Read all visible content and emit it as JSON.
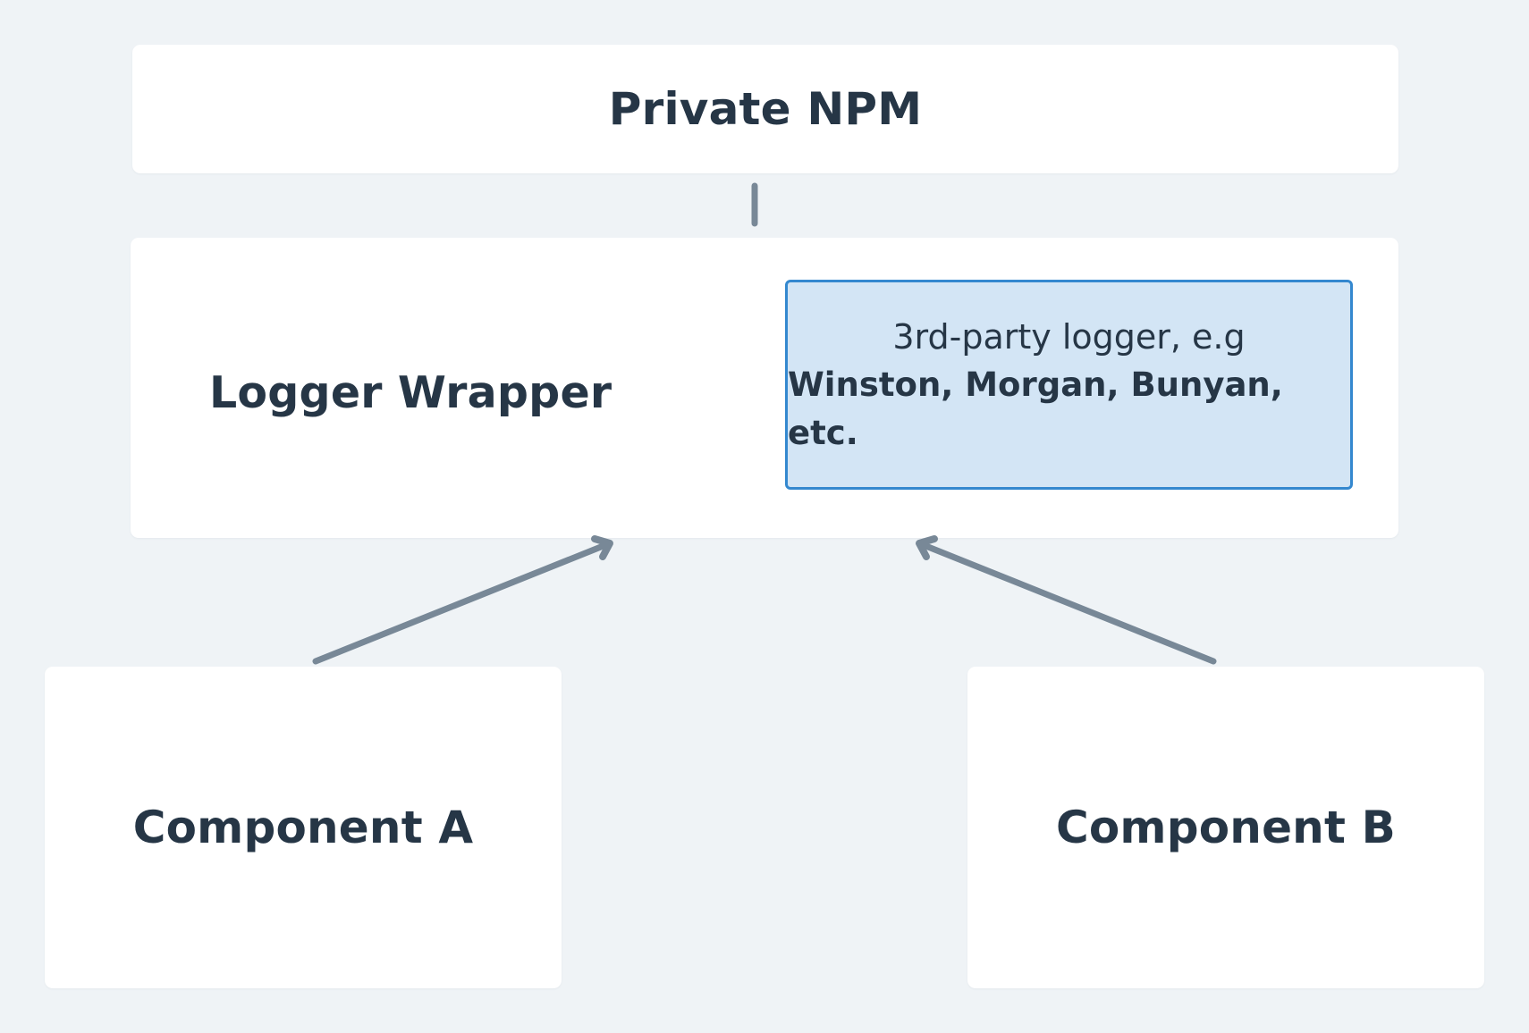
{
  "diagram": {
    "nodes": {
      "private_npm": {
        "label": "Private NPM"
      },
      "logger_wrapper": {
        "label": "Logger Wrapper"
      },
      "third_party": {
        "line1": "3rd-party logger, e.g",
        "line2": "Winston, Morgan, Bunyan, etc."
      },
      "component_a": {
        "label": "Component A"
      },
      "component_b": {
        "label": "Component B"
      }
    },
    "edges": [
      {
        "from": "logger_wrapper",
        "to": "private_npm",
        "style": "plain line"
      },
      {
        "from": "component_a",
        "to": "logger_wrapper",
        "style": "arrow"
      },
      {
        "from": "component_b",
        "to": "logger_wrapper",
        "style": "arrow"
      }
    ]
  },
  "colors": {
    "background": "#eff3f6",
    "node_fill": "#ffffff",
    "text": "#263646",
    "highlight_fill": "#d3e5f5",
    "highlight_border": "#3488cf",
    "connector": "#788897"
  }
}
